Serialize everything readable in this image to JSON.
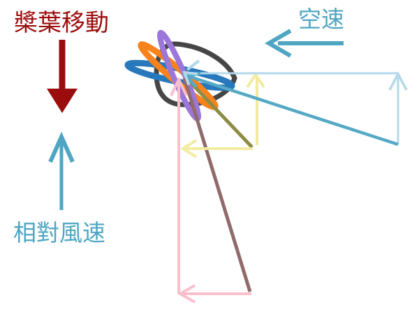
{
  "labels": {
    "blade_movement": {
      "text": "槳葉移動"
    },
    "airspeed": {
      "text": "空速"
    },
    "relative_wind": {
      "text": "相對風速"
    }
  },
  "arrows": {
    "blade_movement_direction": "down",
    "relative_wind_direction": "up",
    "airspeed_direction": "left"
  },
  "colors": {
    "blade_movement": "#9B0D0D",
    "teal": "#4FA6C3",
    "airfoil_gray": "#464646",
    "ellipse_blue": "#2878BC",
    "ellipse_orange": "#F8821C",
    "ellipse_purple": "#9C76D8",
    "resultant_teal": "#55A9C6",
    "light_blue": "#B3D8EA",
    "pale_yellow": "#F2ECA2",
    "pink": "#FABFCC",
    "olive": "#8D8D45",
    "rosy_brown": "#916A6C"
  }
}
